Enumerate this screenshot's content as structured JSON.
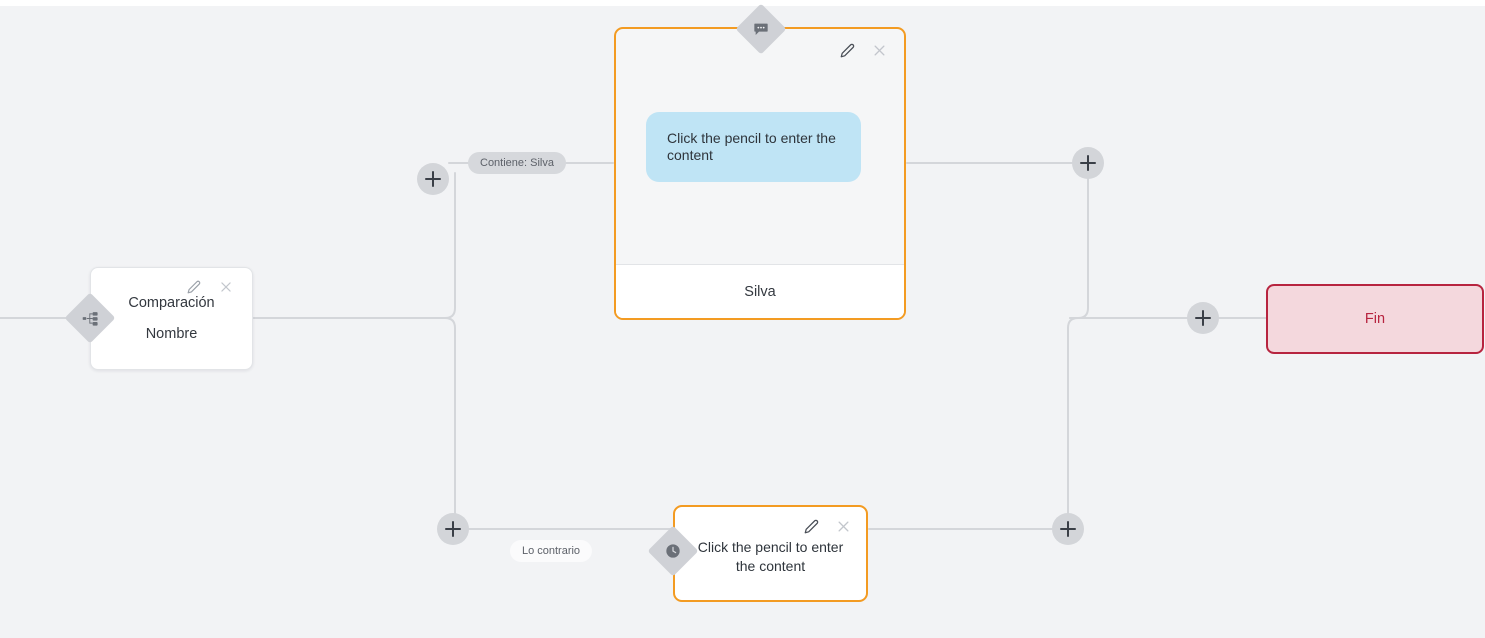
{
  "canvas": {
    "background": "#f2f3f5",
    "edge_color": "#d4d6da"
  },
  "nodes": {
    "start": {
      "title": "Comparación",
      "subtitle": "Nombre",
      "badge_icon": "branch-hierarchy-icon",
      "edit_icon": "pencil-icon",
      "close_icon": "close-icon"
    },
    "message": {
      "bubble_text": "Click the pencil to enter the content",
      "footer_label": "Silva",
      "badge_icon": "chat-bubble-icon",
      "edit_icon": "pencil-icon",
      "close_icon": "close-icon",
      "border_color": "#f39b22",
      "bubble_color": "#bfe4f5"
    },
    "wait": {
      "text": "Click the pencil to enter the content",
      "badge_icon": "clock-icon",
      "edit_icon": "pencil-icon",
      "close_icon": "close-icon",
      "border_color": "#f39b22"
    },
    "end": {
      "label": "Fin",
      "border_color": "#b7243f",
      "fill_color": "#f4d8dd",
      "text_color": "#b7243f"
    }
  },
  "edge_labels": [
    {
      "id": "contiene",
      "text": "Contiene: Silva",
      "style": "gray"
    },
    {
      "id": "contrario",
      "text": "Lo contrario",
      "style": "white"
    }
  ],
  "add_buttons": [
    {
      "id": "add-top-left",
      "icon": "plus-icon"
    },
    {
      "id": "add-top-right",
      "icon": "plus-icon"
    },
    {
      "id": "add-end",
      "icon": "plus-icon"
    },
    {
      "id": "add-bottom-left",
      "icon": "plus-icon"
    },
    {
      "id": "add-bottom-right",
      "icon": "plus-icon"
    }
  ]
}
